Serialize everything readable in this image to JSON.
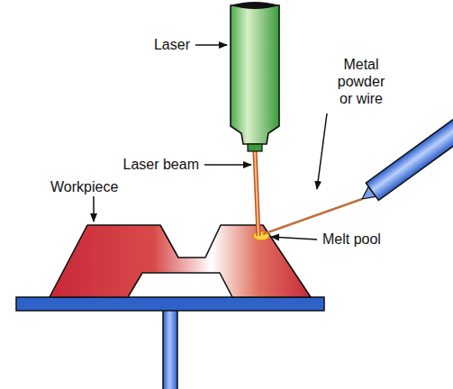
{
  "diagram": {
    "labels": [
      "Laser",
      "Metal powder or wire",
      "Laser beam",
      "Workpiece",
      "Melt pool"
    ]
  }
}
